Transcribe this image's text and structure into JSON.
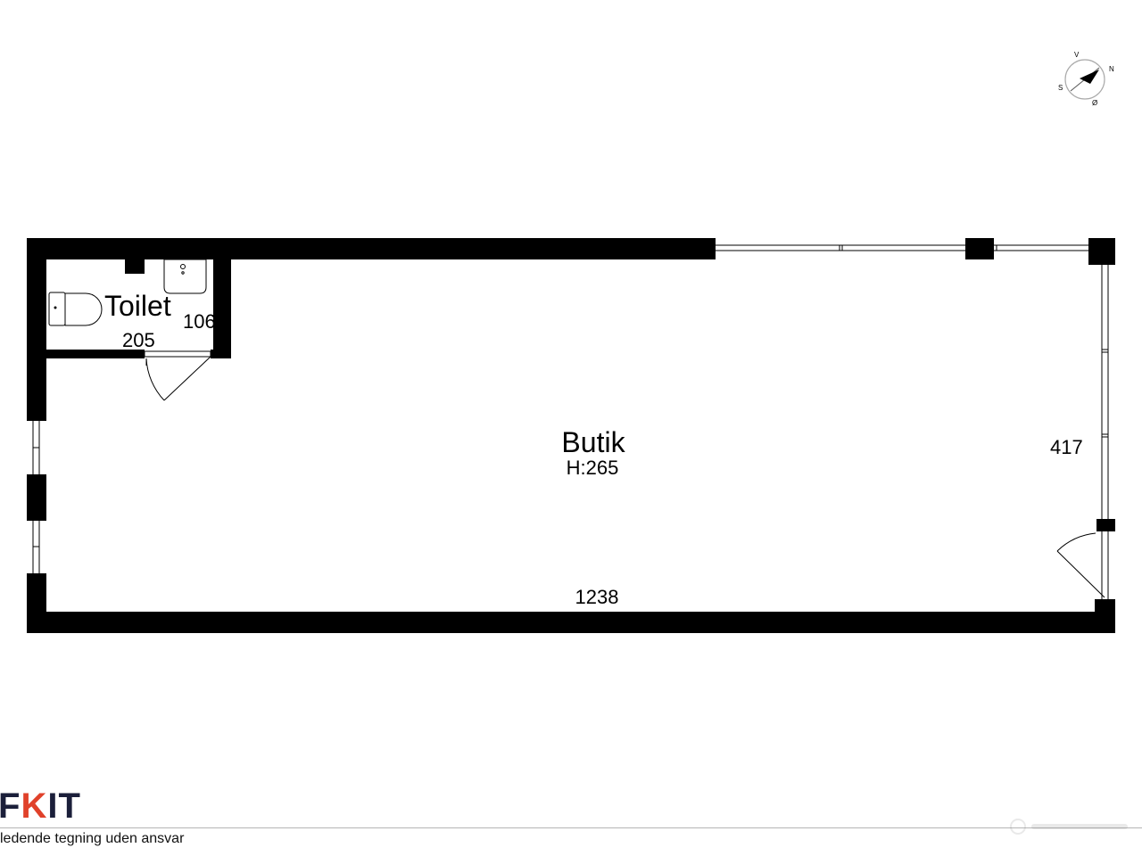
{
  "rooms": {
    "toilet": {
      "name": "Toilet",
      "width": "205",
      "depth": "106"
    },
    "butik": {
      "name": "Butik",
      "height": "H:265",
      "length": "1238",
      "width": "417"
    }
  },
  "compass": {
    "north": "N",
    "east": "Ø",
    "south": "S",
    "west": "V"
  },
  "footer": {
    "logo_left": "F",
    "logo_mark": "K",
    "logo_right": "IT",
    "disclaimer": "ledende tegning uden ansvar"
  },
  "colors": {
    "wall": "#000000",
    "logo_dark": "#1b1f3a",
    "logo_accent": "#e0412a"
  }
}
